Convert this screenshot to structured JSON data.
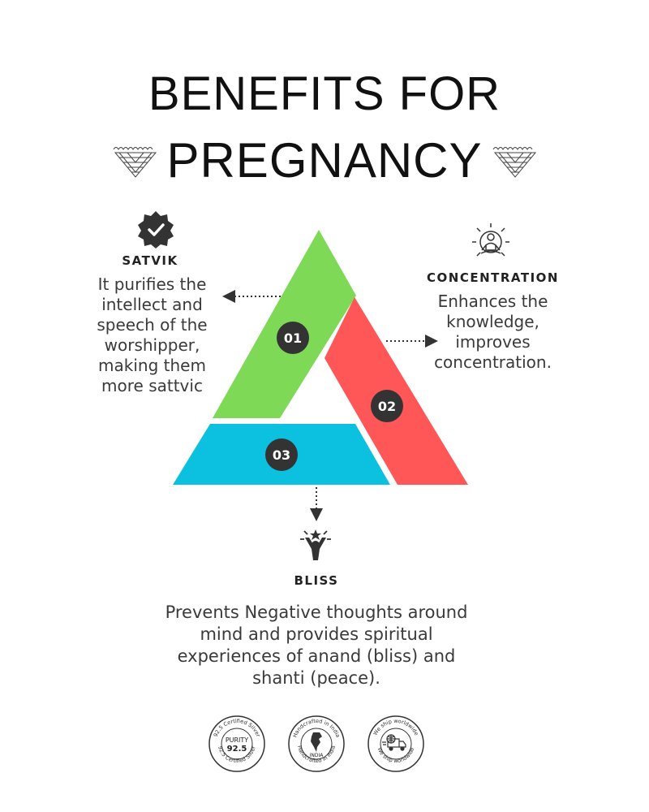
{
  "title": {
    "line1": "BENEFITS FOR",
    "line2": "PREGNANCY"
  },
  "segments": [
    {
      "number": "01",
      "color": "#7ed957"
    },
    {
      "number": "02",
      "color": "#ff5757"
    },
    {
      "number": "03",
      "color": "#0cc0df"
    }
  ],
  "satvik": {
    "heading": "SATVIK",
    "text": "It purifies the intellect and speech of the worshipper, making them more sattvic"
  },
  "concentration": {
    "heading": "CONCENTRATION",
    "text": "Enhances the knowledge, improves concentration."
  },
  "bliss": {
    "heading": "BLISS",
    "text": "Prevents Negative thoughts around mind and provides spiritual experiences of anand (bliss) and shanti (peace)."
  },
  "badges": [
    {
      "ring_top": "92.5 Certified Silver",
      "ring_bottom": "92.5 Certified Silver",
      "center_line1": "PURITY",
      "center_line2": "92.5"
    },
    {
      "ring_top": "Handcrafted in India",
      "ring_bottom": "Handcrafted in India",
      "center_line1": "INDIA"
    },
    {
      "ring_top": "We ship worldwide",
      "ring_bottom": "We ship worldwide"
    }
  ]
}
